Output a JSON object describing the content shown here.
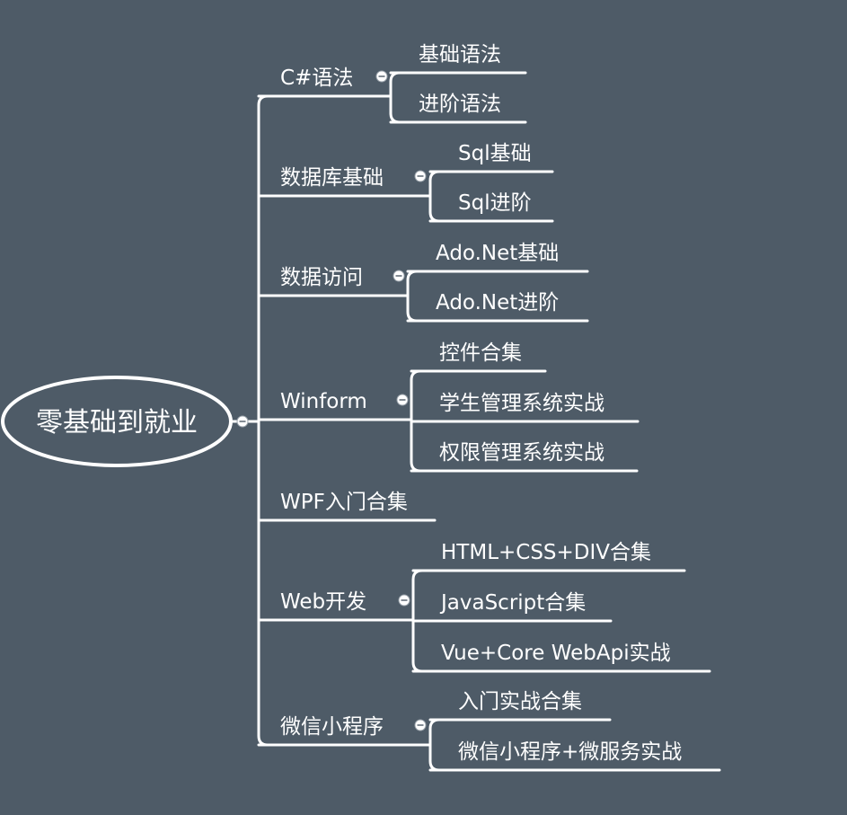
{
  "root": {
    "label": "零基础到就业"
  },
  "branches": [
    {
      "label": "C#语法",
      "children": [
        "基础语法",
        "进阶语法"
      ]
    },
    {
      "label": "数据库基础",
      "children": [
        "Sql基础",
        "Sql进阶"
      ]
    },
    {
      "label": "数据访问",
      "children": [
        "Ado.Net基础",
        "Ado.Net进阶"
      ]
    },
    {
      "label": "Winform",
      "children": [
        "控件合集",
        "学生管理系统实战",
        "权限管理系统实战"
      ]
    },
    {
      "label": "WPF入门合集",
      "children": []
    },
    {
      "label": "Web开发",
      "children": [
        "HTML+CSS+DIV合集",
        "JavaScript合集",
        "Vue+Core WebApi实战"
      ]
    },
    {
      "label": "微信小程序",
      "children": [
        "入门实战合集",
        "微信小程序+微服务实战"
      ]
    }
  ]
}
